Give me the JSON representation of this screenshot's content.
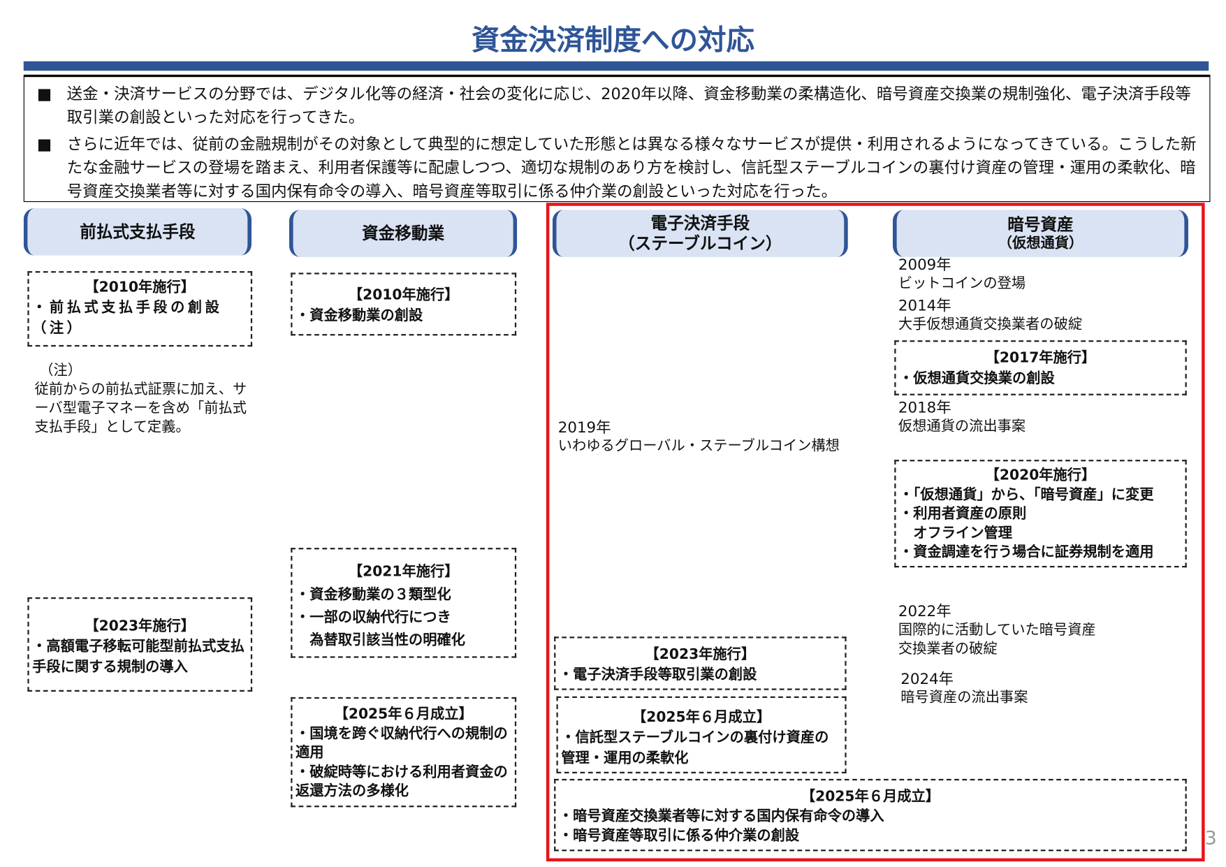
{
  "title": "資金決済制度への対応",
  "intro": {
    "bullet": "■",
    "paragraphs": [
      "送金・決済サービスの分野では、デジタル化等の経済・社会の変化に応じ、2020年以降、資金移動業の柔構造化、暗号資産交換業の規制強化、電子決済手段等取引業の創設といった対応を行ってきた。",
      "さらに近年では、従前の金融規制がその対象として典型的に想定していた形態とは異なる様々なサービスが提供・利用されるようになってきている。こうした新たな金融サービスの登場を踏まえ、利用者保護等に配慮しつつ、適切な規制のあり方を検討し、信託型ステーブルコインの裏付け資産の管理・運用の柔軟化、暗号資産交換業者等に対する国内保有命令の導入、暗号資産等取引に係る仲介業の創設といった対応を行った。"
    ]
  },
  "columns": {
    "prepaid": {
      "header": "前払式支払手段",
      "box2010": {
        "heading": "【2010年施行】",
        "lines": [
          "・前払式支払手段の創設（注）"
        ]
      },
      "note": {
        "label": "（注）",
        "text": "従前からの前払式証票に加え、サーバ型電子マネーを含め「前払式支払手段」として定義。"
      },
      "box2023": {
        "heading": "【2023年施行】",
        "lines": [
          "・高額電子移転可能型前払式支払手段に関する規制の導入"
        ]
      }
    },
    "transfer": {
      "header": "資金移動業",
      "box2010": {
        "heading": "【2010年施行】",
        "lines": [
          "・資金移動業の創設"
        ]
      },
      "box2021": {
        "heading": "【2021年施行】",
        "lines": [
          "・資金移動業の３類型化",
          "・一部の収納代行につき",
          "　為替取引該当性の明確化"
        ]
      },
      "box2025": {
        "heading": "【2025年６月成立】",
        "lines": [
          "・国境を跨ぐ収納代行への規制の適用",
          "・破綻時等における利用者資金の返還方法の多様化"
        ]
      }
    },
    "stablecoin": {
      "header": "電子決済手段",
      "header_sub": "（ステーブルコイン）",
      "event2019": {
        "year": "2019年",
        "text": "いわゆるグローバル・ステーブルコイン構想"
      },
      "box2023": {
        "heading": "【2023年施行】",
        "lines": [
          "・電子決済手段等取引業の創設"
        ]
      },
      "box2025": {
        "heading": "【2025年６月成立】",
        "lines": [
          "・信託型ステーブルコインの裏付け資産の管理・運用の柔軟化"
        ]
      }
    },
    "crypto": {
      "header": "暗号資産",
      "header_sub": "（仮想通貨）",
      "event2009": {
        "year": "2009年",
        "text": "ビットコインの登場"
      },
      "event2014": {
        "year": "2014年",
        "text": "大手仮想通貨交換業者の破綻"
      },
      "box2017": {
        "heading": "【2017年施行】",
        "lines": [
          "・仮想通貨交換業の創設"
        ]
      },
      "event2018": {
        "year": "2018年",
        "text": "仮想通貨の流出事案"
      },
      "box2020": {
        "heading": "【2020年施行】",
        "lines": [
          "・「仮想通貨」から、「暗号資産」に変更",
          "・利用者資産の原則",
          "　オフライン管理",
          "・資金調達を行う場合に証券規制を適用"
        ]
      },
      "event2022": {
        "year": "2022年",
        "text": "国際的に活動していた暗号資産交換業者の破綻"
      },
      "event2024": {
        "year": "2024年",
        "text": "暗号資産の流出事案"
      }
    }
  },
  "joint_box2025": {
    "heading": "【2025年６月成立】",
    "lines": [
      "・暗号資産交換業者等に対する国内保有命令の導入",
      "・暗号資産等取引に係る仲介業の創設"
    ]
  },
  "page_number": "3",
  "colors": {
    "accent": "#2F5597",
    "header_bg": "#DAE3F3",
    "highlight": "#E8141B"
  }
}
